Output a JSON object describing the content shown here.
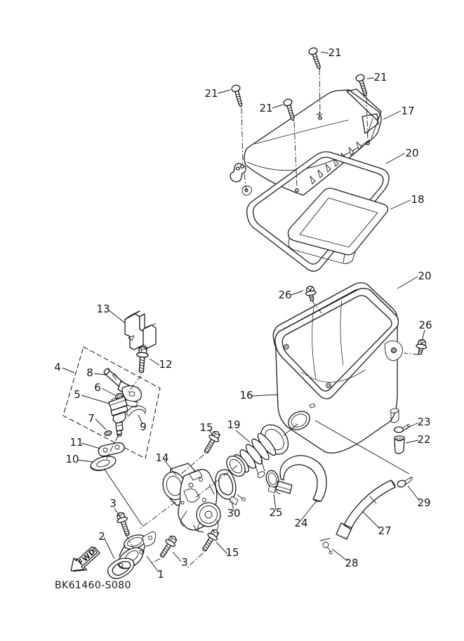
{
  "diagram": {
    "drawing_code": "BK61460-S080",
    "fwd_label": "FWD",
    "paper_color": "#ffffff",
    "ink_color": "#1c1c1c"
  },
  "callouts": [
    {
      "label": "21"
    },
    {
      "label": "21"
    },
    {
      "label": "21"
    },
    {
      "label": "21"
    },
    {
      "label": "17"
    },
    {
      "label": "20"
    },
    {
      "label": "18"
    },
    {
      "label": "20"
    },
    {
      "label": "26"
    },
    {
      "label": "26"
    },
    {
      "label": "13"
    },
    {
      "label": "12"
    },
    {
      "label": "4"
    },
    {
      "label": "8"
    },
    {
      "label": "6"
    },
    {
      "label": "5"
    },
    {
      "label": "7"
    },
    {
      "label": "9"
    },
    {
      "label": "11"
    },
    {
      "label": "10"
    },
    {
      "label": "16"
    },
    {
      "label": "15"
    },
    {
      "label": "19"
    },
    {
      "label": "23"
    },
    {
      "label": "22"
    },
    {
      "label": "14"
    },
    {
      "label": "30"
    },
    {
      "label": "25"
    },
    {
      "label": "24"
    },
    {
      "label": "27"
    },
    {
      "label": "29"
    },
    {
      "label": "28"
    },
    {
      "label": "3"
    },
    {
      "label": "2"
    },
    {
      "label": "1"
    },
    {
      "label": "3"
    },
    {
      "label": "15"
    }
  ]
}
